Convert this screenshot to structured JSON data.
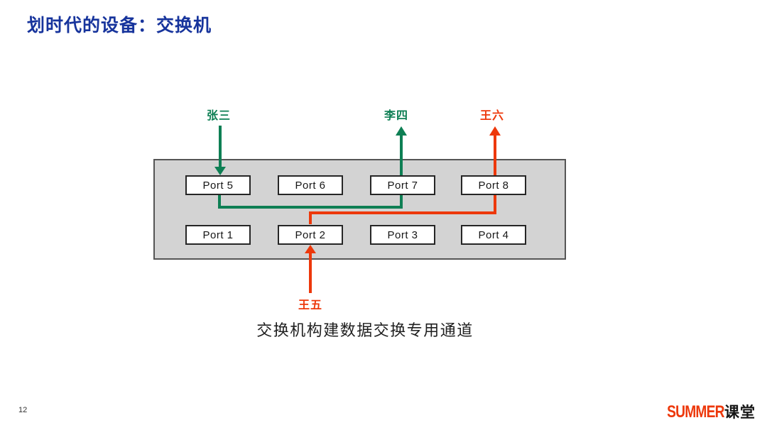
{
  "title": "划时代的设备：交换机",
  "caption": "交换机构建数据交换专用通道",
  "page_number": "12",
  "logo": {
    "brand": "SUMMER",
    "suffix": "课堂"
  },
  "colors": {
    "title": "#17349c",
    "green": "#0e7f54",
    "red": "#ed380b",
    "switch_fill": "#d3d3d3",
    "switch_border": "#555555",
    "port_border": "#262626"
  },
  "endpoints": {
    "top": [
      {
        "label": "张三",
        "color": "green"
      },
      {
        "label": "李四",
        "color": "green"
      },
      {
        "label": "王六",
        "color": "red"
      }
    ],
    "bottom": [
      {
        "label": "王五",
        "color": "red"
      }
    ]
  },
  "switch": {
    "top_ports": [
      "Port 5",
      "Port 6",
      "Port 7",
      "Port 8"
    ],
    "bottom_ports": [
      "Port 1",
      "Port 2",
      "Port 3",
      "Port 4"
    ]
  },
  "connections": [
    {
      "from": "张三",
      "to": "李四",
      "path": "Port 5 → Port 7",
      "color": "green"
    },
    {
      "from": "王五",
      "to": "王六",
      "path": "Port 2 → Port 8",
      "color": "red"
    }
  ]
}
